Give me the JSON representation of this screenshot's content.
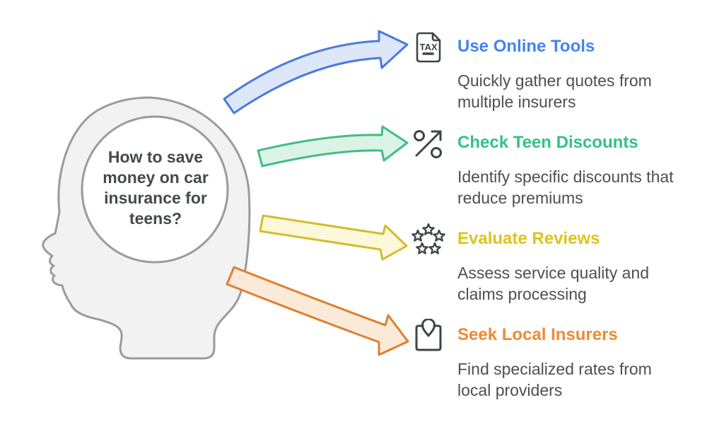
{
  "figure": {
    "question": "How to save money on car insurance for teens?"
  },
  "colors": {
    "head_fill": "#f2f2f2",
    "head_stroke": "#9b9b9b",
    "circle_fill": "#ffffff",
    "question_text": "#45494e",
    "icon_stroke": "#3f4449",
    "desc_text": "#4f4f4f"
  },
  "icons": {
    "tax_label": "TAX"
  },
  "items": [
    {
      "icon": "tax-document-icon",
      "title": "Use Online Tools",
      "description": "Quickly gather quotes from multiple insurers",
      "accent": "#4483f2",
      "arrow_fill": "#dde7fa",
      "arrow_stroke": "#4a7ade"
    },
    {
      "icon": "percent-arrow-icon",
      "title": "Check Teen Discounts",
      "description": "Identify specific discounts that reduce premiums",
      "accent": "#33c284",
      "arrow_fill": "#dbf3e6",
      "arrow_stroke": "#41bd85"
    },
    {
      "icon": "five-stars-icon",
      "title": "Evaluate Reviews",
      "description": "Assess service quality and claims processing",
      "accent": "#ddc419",
      "arrow_fill": "#fcf8da",
      "arrow_stroke": "#d3bc2b"
    },
    {
      "icon": "map-pin-icon",
      "title": "Seek Local Insurers",
      "description": "Find specialized rates from local providers",
      "accent": "#ec8b33",
      "arrow_fill": "#fcead9",
      "arrow_stroke": "#e07f31"
    }
  ]
}
